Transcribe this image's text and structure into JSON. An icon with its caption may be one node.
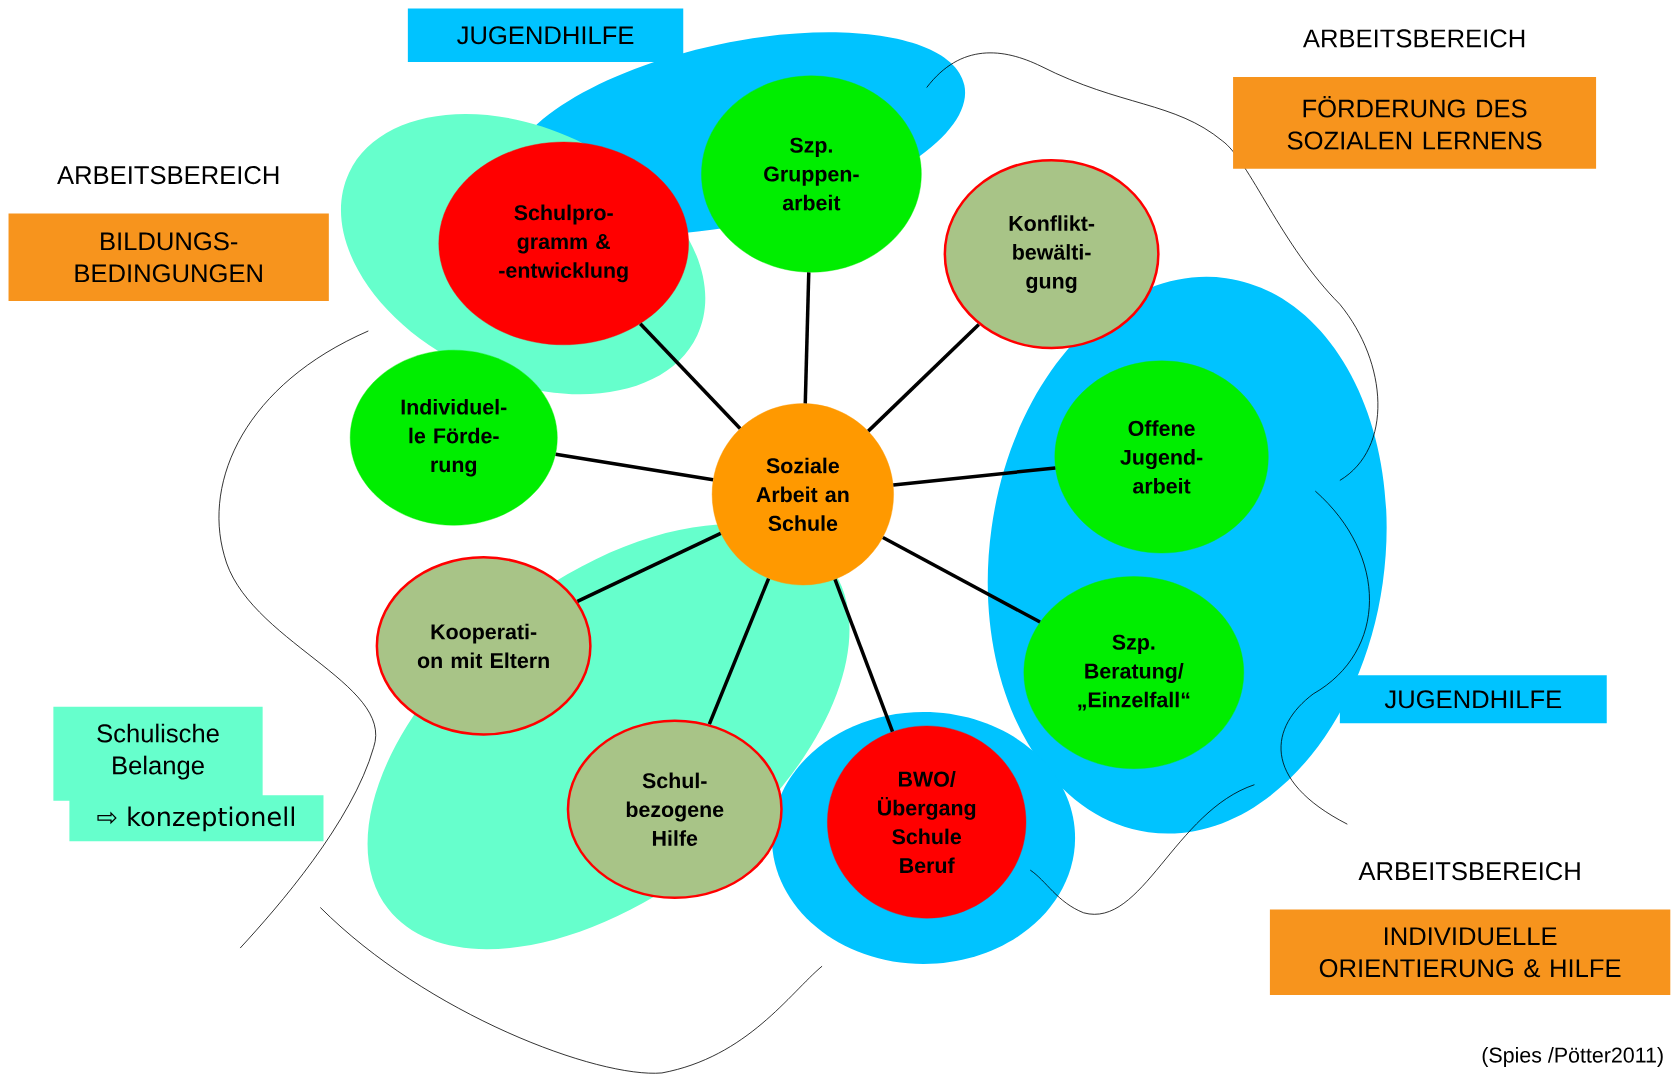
{
  "diagram": {
    "nodes": [
      {
        "text": [
          "Soziale Arbeit an Schule"
        ]
      },
      {
        "text": [
          "Szp. Gruppen- arbeit"
        ]
      },
      {
        "text": [
          "Schulpro- gramm & -entwicklung"
        ]
      },
      {
        "text": [
          "Konflikt- bewälti- gung"
        ]
      },
      {
        "text": [
          "Individuel- le Förde- rung"
        ]
      },
      {
        "text": [
          "Offene Jugend- arbeit"
        ]
      },
      {
        "text": [
          "Kooperati- on mit Eltern"
        ]
      },
      {
        "text": [
          "Szp. Beratung/ „Einzelfall“"
        ]
      },
      {
        "text": [
          "Schul- bezogene Hilfe"
        ]
      },
      {
        "text": [
          "BWO/ Übergang Schule Beruf"
        ]
      },
      {
        "text": [
          "JUGENDHILFE"
        ]
      },
      {
        "text": [
          "ARBEITSBEREICH",
          "BILDUNGS- BEDINGUNGEN"
        ]
      },
      {
        "text": [
          "ARBEITSBEREICH",
          "FÖRDERUNG DES SOZIALEN LERNENS"
        ]
      },
      {
        "text": [
          "JUGENDHILFE"
        ]
      },
      {
        "text": [
          "ARBEITSBEREICH",
          "INDIVIDUELLE ORIENTIERUNG & HILFE"
        ]
      },
      {
        "text": [
          "Schulische Belange",
          "⇨ konzeptionell"
        ]
      }
    ],
    "edges": [
      {
        "from": 0,
        "to": 1,
        "arrow": "none"
      },
      {
        "from": 0,
        "to": 2,
        "arrow": "none"
      },
      {
        "from": 0,
        "to": 3,
        "arrow": "none"
      },
      {
        "from": 0,
        "to": 4,
        "arrow": "none"
      },
      {
        "from": 0,
        "to": 5,
        "arrow": "none"
      },
      {
        "from": 0,
        "to": 6,
        "arrow": "none"
      },
      {
        "from": 0,
        "to": 7,
        "arrow": "none"
      },
      {
        "from": 0,
        "to": 8,
        "arrow": "none"
      },
      {
        "from": 0,
        "to": 9,
        "arrow": "none"
      }
    ],
    "labels": [
      "(Spies /Pötter2011)"
    ]
  }
}
